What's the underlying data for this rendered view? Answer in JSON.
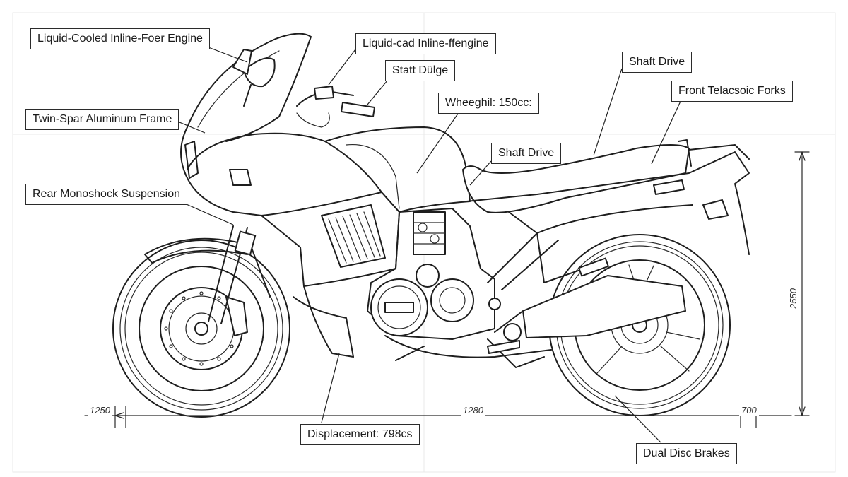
{
  "labels": {
    "liquid_cooled_engine": "Liquid-Cooled Inline-Foer Engine",
    "liquid_cad_engine": "Liquid-cad Inline-ffengine",
    "stat_dolge": "Statt Dülge",
    "twin_spar_frame": "Twin-Spar Aluminum Frame",
    "wheelbase": "Wheeghil: 150cc:",
    "shaft_drive_top": "Shaft Drive",
    "front_forks": "Front Telacsoic Forks",
    "shaft_drive_mid": "Shaft Drive",
    "rear_monoshock": "Rear Monoshock Suspension",
    "displacement": "Displacement: 798cs",
    "dual_disc_brakes": "Dual Disc Brakes"
  },
  "dimensions": {
    "left": "1250",
    "center": "1280",
    "right": "700",
    "height": "2550"
  },
  "colors": {
    "ink": "#1e1e1e",
    "paper": "#ffffff",
    "grid": "#e9e9e9"
  }
}
